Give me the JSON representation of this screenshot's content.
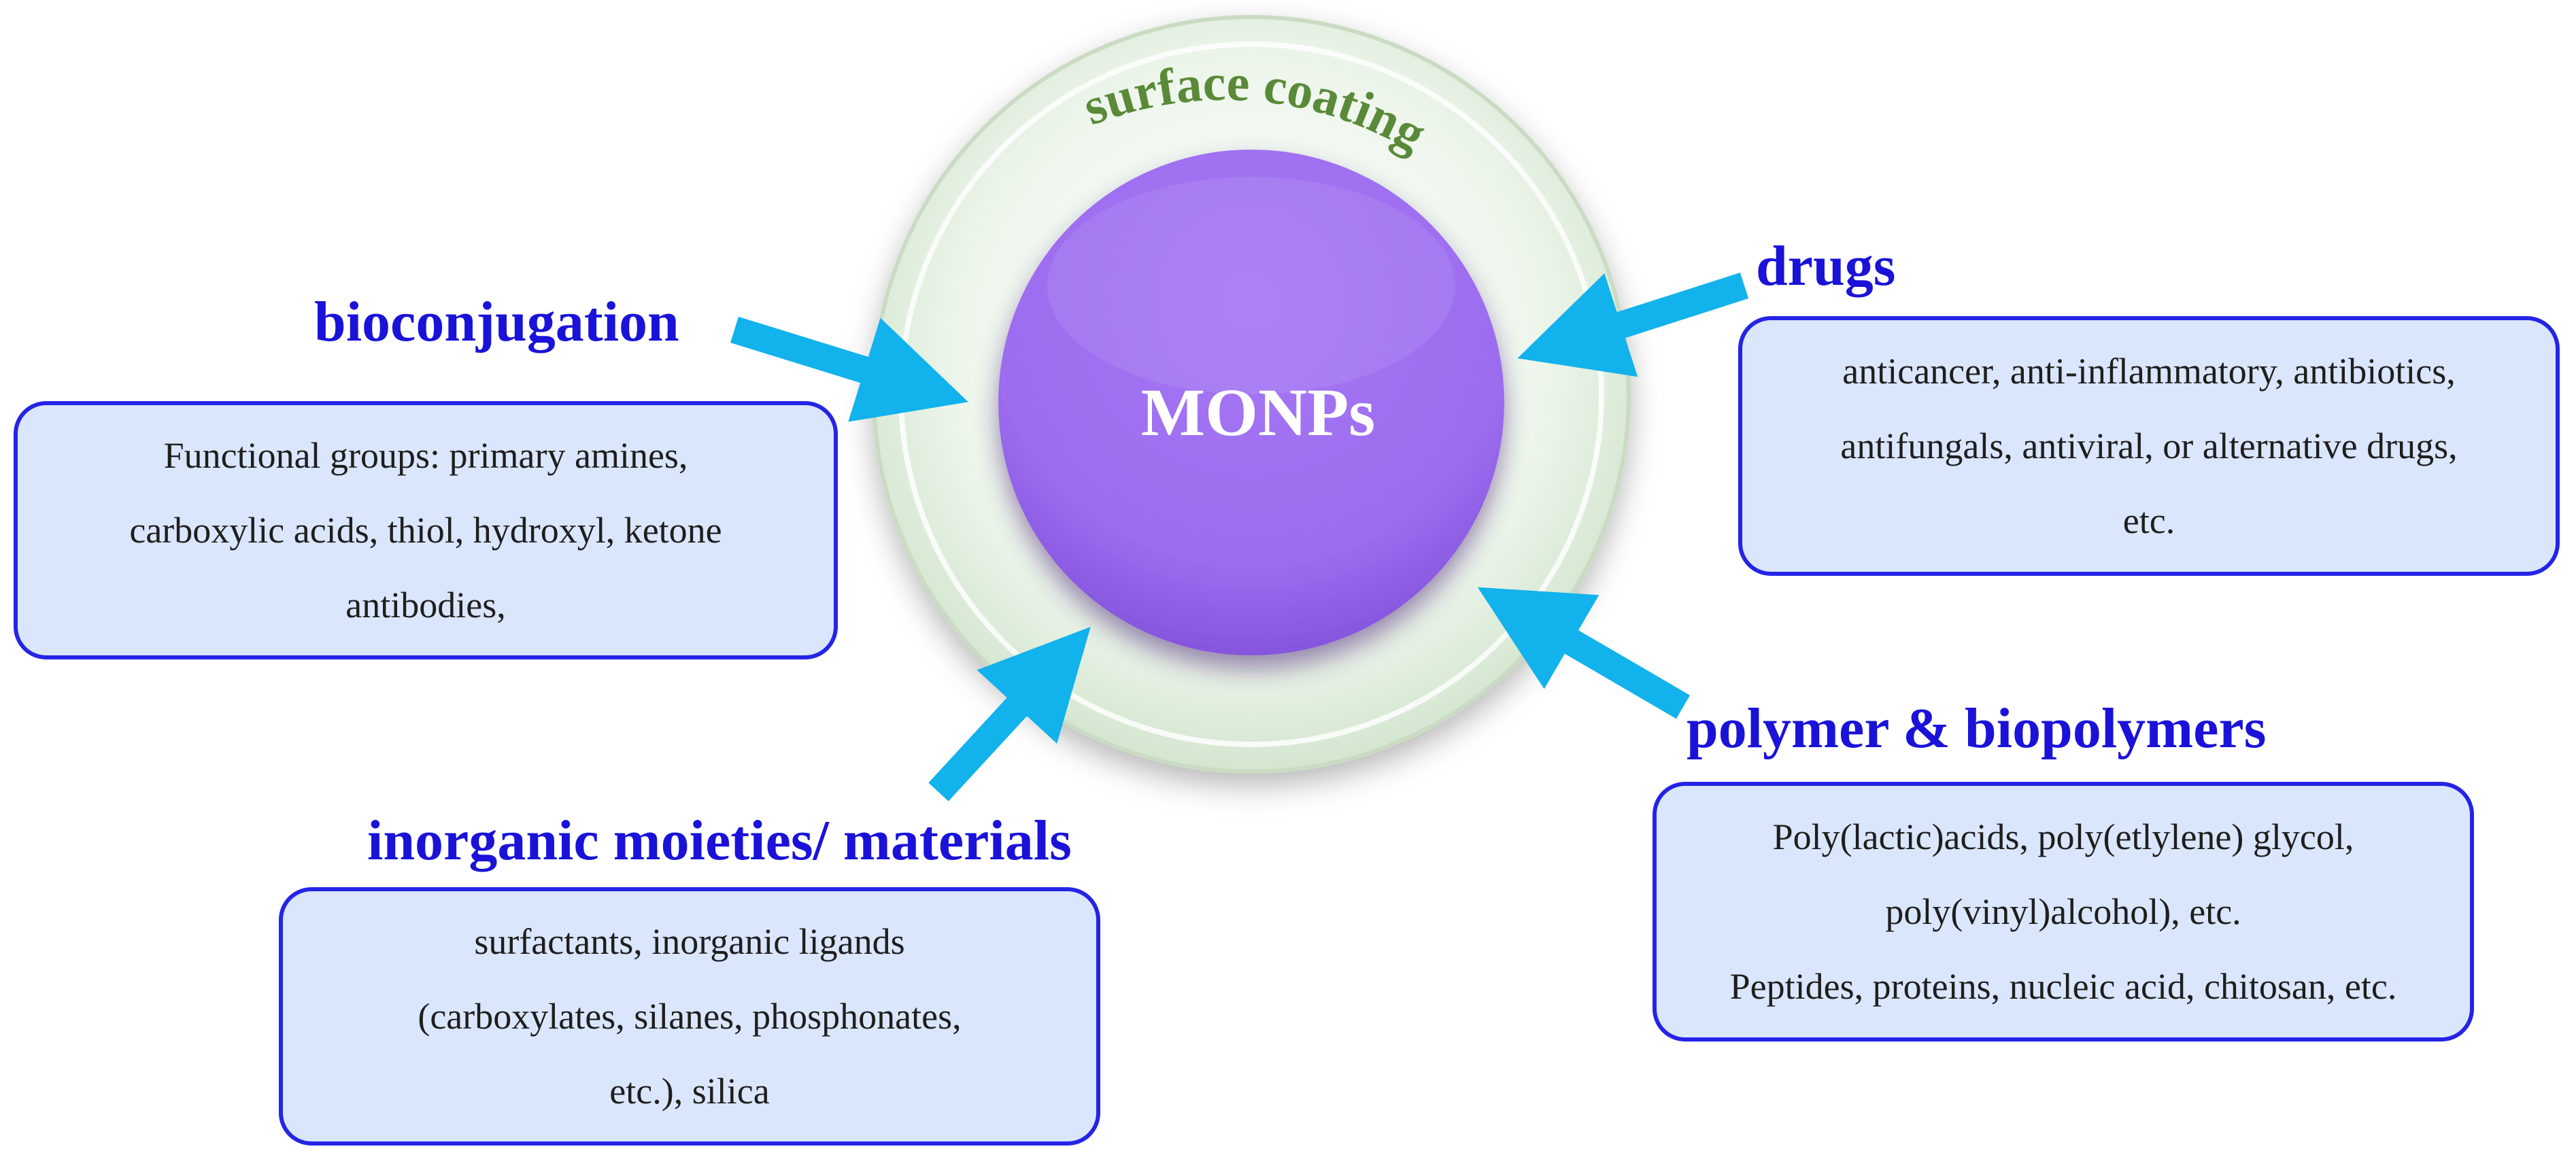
{
  "diagram": {
    "center_label": "MONPs",
    "ring_label": "surface coating",
    "colors": {
      "heading": "#1a12d8",
      "box_fill": "#dae6fb",
      "box_border": "#2424e6",
      "arrow": "#12b2ec",
      "core": "#a070f0",
      "ring": "#e8f3e6",
      "ring_label": "#5a8a38"
    },
    "groups": [
      {
        "id": "bioconjugation",
        "heading": "bioconjugation",
        "lines": [
          "Functional  groups: primary  amines,",
          "carboxylic  acids,  thiol,  hydroxyl,  ketone",
          "antibodies,"
        ]
      },
      {
        "id": "drugs",
        "heading": "drugs",
        "lines": [
          "anticancer,  anti-inflammatory,  antibiotics,",
          "antifungals,  antiviral,  or alternative  drugs,",
          "etc."
        ]
      },
      {
        "id": "polymers",
        "heading": "polymer & biopolymers",
        "lines": [
          "Poly(lactic)acids,  poly(etlylene)  glycol,",
          "poly(vinyl)alcohol),  etc.",
          "Peptides,  proteins,  nucleic  acid,  chitosan,  etc."
        ]
      },
      {
        "id": "inorganic",
        "heading": "inorganic moieties/ materials",
        "lines": [
          "surfactants,  inorganic  ligands",
          "(carboxylates,  silanes,  phosphonates,",
          "etc.),  silica"
        ]
      }
    ]
  }
}
